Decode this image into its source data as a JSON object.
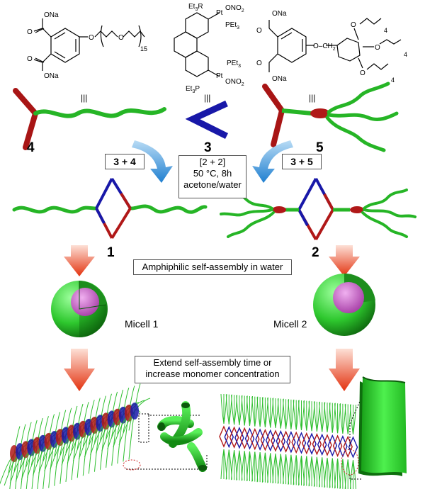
{
  "compounds": {
    "c4": {
      "number": "4",
      "na_top": "ONa",
      "na_bottom": "ONa",
      "repeat": "15"
    },
    "c3": {
      "number": "3",
      "pt_top_l1": "Et",
      "pt_top_l1b": "R",
      "pt_top_r": "ONO",
      "pt_top_r_sub": "2",
      "pt_top_b": "PEt",
      "pt_top_b_sub": "3",
      "pt_bot_t": "PEt",
      "pt_bot_t_sub": "3",
      "pt_bot_r": "ONO",
      "pt_bot_r_sub": "2",
      "pt_bot_l": "Et",
      "pt_bot_lp": "P",
      "pt_label": "Pt"
    },
    "c5": {
      "number": "5",
      "na_top": "ONa",
      "na_bottom": "ONa",
      "linker": "O–CH",
      "linker_sub": "2",
      "repeat": "4"
    }
  },
  "equiv_symbol": "|||",
  "products": {
    "p1": "1",
    "p2": "2"
  },
  "boxes": {
    "mix_left": "3 + 4",
    "mix_right": "3 + 5",
    "conditions_1": "[2 + 2]",
    "conditions_2": "50 °C, 8h",
    "conditions_3": "acetone/water",
    "selfassembly": "Amphiphilic self-assembly in water",
    "extend_1": "Extend self-assembly time or",
    "extend_2": "increase monomer concentration"
  },
  "micelles": {
    "m1": "Micell 1",
    "m2": "Micell 2"
  },
  "colors": {
    "green": "#33cc33",
    "dark_green": "#1a7a1a",
    "red": "#b01818",
    "blue": "#1a1aa8",
    "magenta": "#cc55cc",
    "arrow_blue": "#2a8ad4",
    "arrow_red": "#e53a1a"
  }
}
